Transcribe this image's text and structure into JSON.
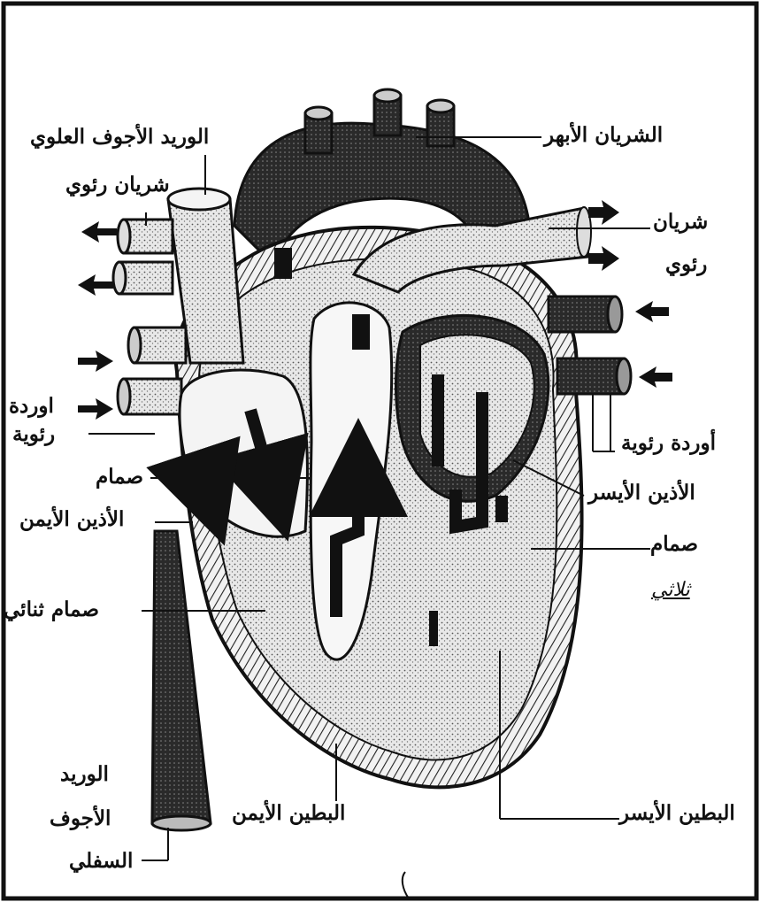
{
  "diagram": {
    "subject": "heart cross-section",
    "colors": {
      "ink": "#111111",
      "paper": "#ffffff",
      "shade": "#7a7a7a",
      "light": "#d9d9d9"
    }
  },
  "labels": {
    "superior_vena_cava": "الوريد الأجوف العلوي",
    "aorta": "الشريان الأبهر",
    "pulmonary_artery_left": "شريان رئوي",
    "pulmonary_artery_right_1": "شريان",
    "pulmonary_artery_right_2": "رئوي",
    "pulmonary_veins_left_1": "اوردة",
    "pulmonary_veins_left_2": "رئوية",
    "pulmonary_veins_right": "أوردة رئوية",
    "valve_left": "صمام",
    "right_atrium": "الأذين الأيمن",
    "left_atrium": "الأذين الأيسر",
    "valve_right": "صمام",
    "tricuspid_handwritten": "ثلاثي",
    "bicuspid_valve": "صمام ثنائي",
    "ivc_1": "الوريد",
    "ivc_2": "الأجوف",
    "ivc_3": "السفلي",
    "right_ventricle": "البطين الأيمن",
    "left_ventricle": "البطين الأيسر"
  }
}
